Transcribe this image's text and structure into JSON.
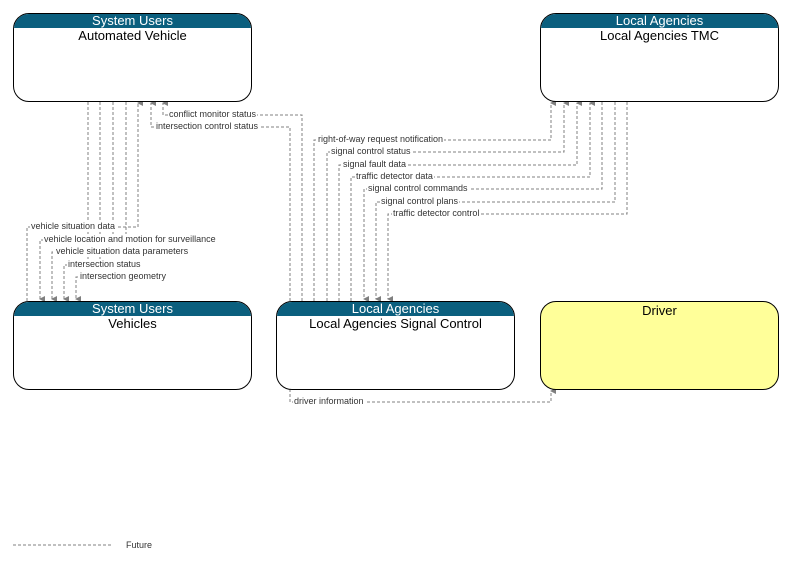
{
  "nodes": {
    "automated_vehicle": {
      "header": "System Users",
      "title": "Automated Vehicle"
    },
    "local_agencies_tmc": {
      "header": "Local Agencies",
      "title": "Local Agencies TMC"
    },
    "vehicles": {
      "header": "System Users",
      "title": "Vehicles"
    },
    "signal_control": {
      "header": "Local Agencies",
      "title": "Local Agencies Signal Control"
    },
    "driver": {
      "title": "Driver",
      "color": "#ffff99"
    }
  },
  "flows": {
    "conflict_monitor_status": "conflict monitor status",
    "intersection_control_status": "intersection control status",
    "right_of_way_request": "right-of-way request notification",
    "signal_control_status": "signal control status",
    "signal_fault_data": "signal fault data",
    "traffic_detector_data": "traffic detector data",
    "signal_control_commands": "signal control commands",
    "signal_control_plans": "signal control plans",
    "traffic_detector_control": "traffic detector control",
    "vehicle_situation_data": "vehicle situation data",
    "vehicle_location_motion": "vehicle location and motion for surveillance",
    "vehicle_situation_params": "vehicle situation data parameters",
    "intersection_status": "intersection status",
    "intersection_geometry": "intersection geometry",
    "driver_information": "driver information"
  },
  "legend": {
    "future_label": "Future"
  },
  "colors": {
    "header": "#0b5f7e",
    "flow_line": "#808080",
    "driver_fill": "#ffff99"
  }
}
